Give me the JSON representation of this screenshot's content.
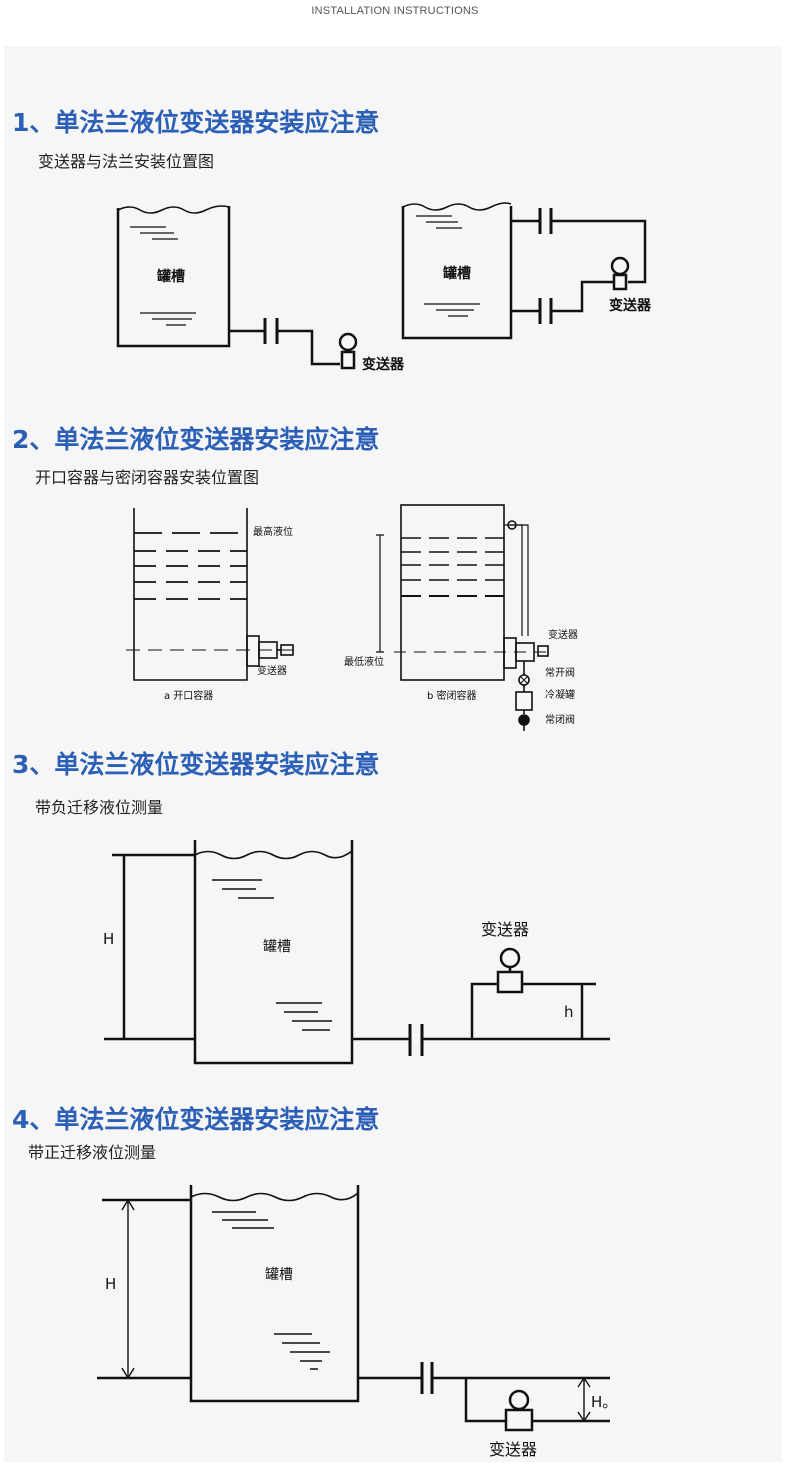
{
  "header": {
    "title": "INSTALLATION INSTRUCTIONS"
  },
  "sections": [
    {
      "title": "1、单法兰液位变送器安装应注意",
      "subtitle": "变送器与法兰安装位置图",
      "labels": {
        "tank_a": "罐槽",
        "transmitter_a": "变送器",
        "tank_b": "罐槽",
        "transmitter_b": "变送器"
      }
    },
    {
      "title": "2、单法兰液位变送器安装应注意",
      "subtitle": "开口容器与密闭容器安装位置图",
      "labels": {
        "max_level": "最高液位",
        "transmitter_a": "变送器",
        "caption_a": "a 开口容器",
        "transmitter_b": "变送器",
        "min_level": "最低液位",
        "normally_open": "常开阀",
        "condenser": "冷凝罐",
        "normally_closed": "常闭阀",
        "caption_b": "b 密闭容器"
      }
    },
    {
      "title": "3、单法兰液位变送器安装应注意",
      "subtitle": "带负迁移液位测量",
      "labels": {
        "tank": "罐槽",
        "transmitter": "变送器",
        "height": "H",
        "offset": "h"
      }
    },
    {
      "title": "4、单法兰液位变送器安装应注意",
      "subtitle": "带正迁移液位测量",
      "labels": {
        "tank": "罐槽",
        "transmitter": "变送器",
        "height": "H",
        "offset": "H。"
      }
    }
  ]
}
